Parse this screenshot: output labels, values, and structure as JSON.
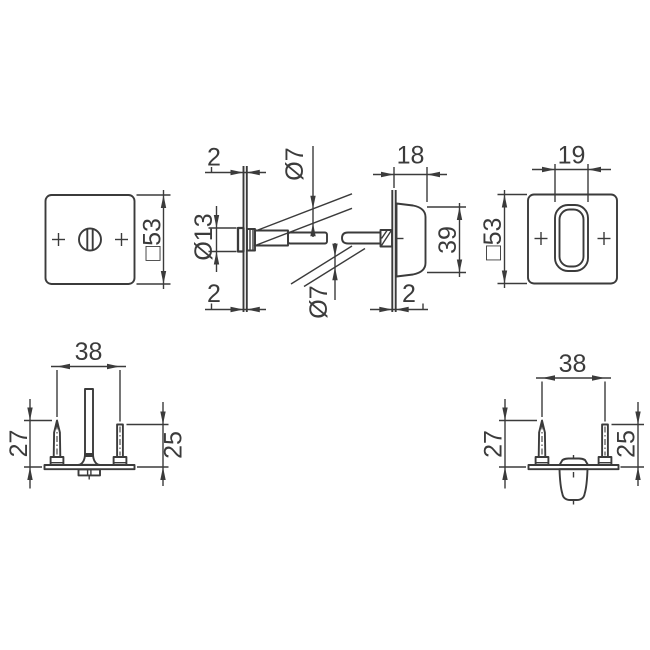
{
  "drawing": {
    "background_color": "#ffffff",
    "line_color": "#3b3b3b",
    "views": {
      "release_plate_front": {
        "description": "square escutcheon with emergency release slot, front view",
        "size": "□53"
      },
      "release_side": {
        "thickness_top": "2",
        "boss_diameter": "Ø13",
        "spindle_diameter": "Ø7",
        "thickness_bottom": "2"
      },
      "turn_side": {
        "grip_depth": "18",
        "grip_height": "39",
        "spindle_diameter": "Ø7",
        "thickness_bottom": "2"
      },
      "turn_plate_front": {
        "description": "square escutcheon with thumb-turn, front view",
        "grip_width": "19",
        "size": "□53"
      },
      "release_fixing": {
        "screw_spacing": "38",
        "screw_length": "27",
        "stud_length": "25"
      },
      "turn_fixing": {
        "screw_spacing": "38",
        "screw_length": "27",
        "stud_length": "25"
      }
    }
  }
}
